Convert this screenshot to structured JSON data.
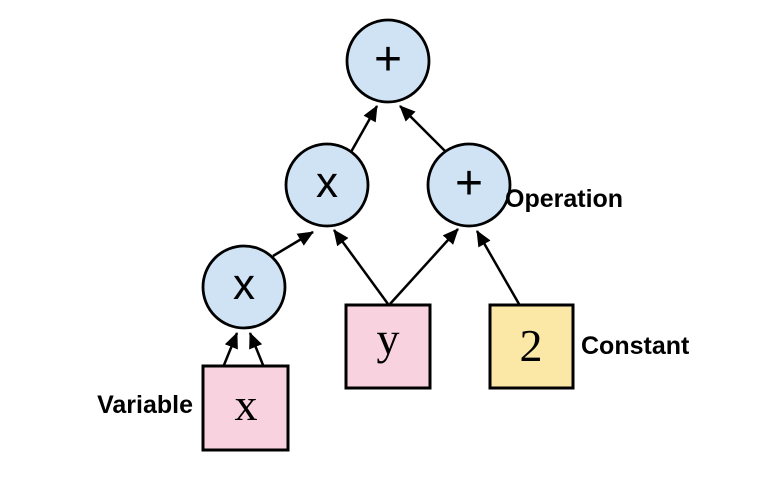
{
  "diagram": {
    "kind": "expression-tree",
    "nodes": {
      "root_plus": {
        "label": "+",
        "role": "operation"
      },
      "multiply_upper": {
        "label": "x",
        "role": "operation"
      },
      "add_right": {
        "label": "+",
        "role": "operation"
      },
      "multiply_lower": {
        "label": "x",
        "role": "operation"
      },
      "variable_x": {
        "label": "x",
        "role": "variable"
      },
      "variable_y": {
        "label": "y",
        "role": "variable"
      },
      "constant_2": {
        "label": "2",
        "role": "constant"
      }
    },
    "annotations": {
      "operation": "Operation",
      "variable": "Variable",
      "constant": "Constant"
    },
    "colors": {
      "operation_fill": "#cfe3f5",
      "variable_fill": "#f8d3df",
      "constant_fill": "#fbe8a6",
      "stroke": "#000000",
      "background": "#ffffff"
    }
  }
}
